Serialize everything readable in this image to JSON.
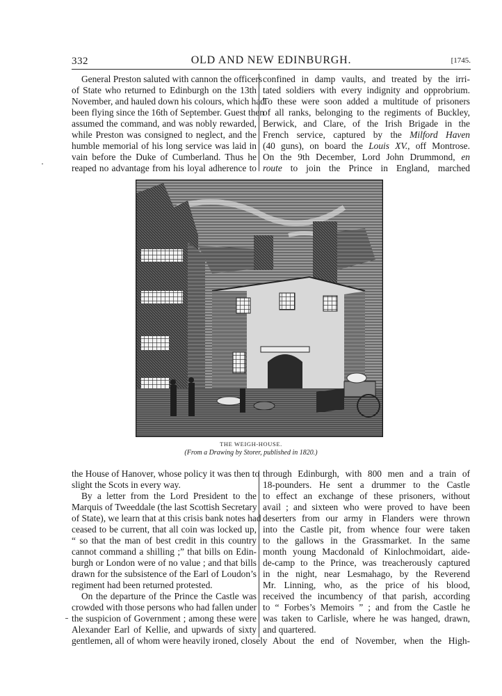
{
  "header": {
    "page_number": "332",
    "running_title": "OLD AND NEW EDINBURGH.",
    "year_marker": "[1745."
  },
  "top_left_column": {
    "lines": [
      "General Preston saluted with cannon the officers",
      "of State who returned to Edinburgh on the 13th",
      "November, and hauled down his colours, which had",
      "been flying since the 16th of September. Guest then",
      "assumed the command, and was nobly rewarded,",
      "while Preston was consigned to neglect, and the",
      "humble memorial of his long service was laid in",
      "vain before the Duke of Cumberland.  Thus he",
      "reaped no advantage from his loyal adherence to"
    ]
  },
  "top_right_column": {
    "lines": [
      "confined in damp vaults, and treated by the irri-",
      "tated soldiers with every indignity and opprobrium.",
      "To these were soon added a multitude of prisoners",
      "of all ranks, belonging to the regiments of Buckley,",
      "Berwick, and Clare, of the Irish Brigade in the",
      "French service, captured by the",
      "(40 guns), on board the",
      "On the 9th December, Lord John Drummond,",
      "to join the Prince in England, marched"
    ],
    "italic_ship_1": "Milford Haven",
    "italic_ship_2": "Louis XV.",
    "line7_tail": ", off Montrose.",
    "italic_en": "en",
    "italic_route": "route"
  },
  "figure": {
    "alt": "Engraving of the Weigh-House, Edinburgh: a whitewashed stone building with arched gateway, tall timber-fronted tenements on the left, figures carrying sacks and a horse-drawn cart in the foreground",
    "caption_title": "THE WEIGH-HOUSE.",
    "caption_credit_prefix": "(From a Drawing by Storer, published in 1820.)"
  },
  "bottom_left_column": {
    "lines": [
      "the House of Hanover, whose policy it was then to",
      "slight the Scots in every way.",
      "By a letter from the Lord President to the",
      "Marquis of Tweeddale (the last Scottish Secretary",
      "of State), we learn that at this crisis bank notes had",
      "ceased to be current, that all coin was locked up,",
      "“ so that the man of best credit in this country",
      "cannot command a shilling ;” that bills on Edin-",
      "burgh or London were of no value ; and that bills",
      "drawn for the subsistence of the Earl of Loudon’s",
      "regiment had been returned protested.",
      "On the departure of the Prince the Castle was",
      "crowded with those persons who had fallen under",
      "the suspicion of Government ; among these were",
      "Alexander Earl of Kellie, and upwards of sixty",
      "gentlemen, all of whom were heavily ironed, closely"
    ]
  },
  "bottom_right_column": {
    "lines": [
      "through Edinburgh, with 800 men and a train of",
      "18-pounders.  He sent a drummer to the Castle",
      "to effect an exchange of these prisoners, without",
      "avail ; and sixteen who were proved to have been",
      "deserters from our army in Flanders were thrown",
      "into the Castle pit, from whence four were taken",
      "to the gallows in the Grassmarket.  In the same",
      "month young Macdonald of Kinlochmoidart, aide-",
      "de-camp to the Prince, was treacherously captured",
      "in the night, near Lesmahago, by the Reverend",
      "Mr. Linning, who, as the price of his blood,",
      "received the incumbency of that parish, according",
      "to “ Forbes’s Memoirs ” ; and from the Castle he",
      "was taken to Carlisle, where he was hanged, drawn,",
      "and quartered.",
      "About the end of November, when the High-"
    ]
  }
}
